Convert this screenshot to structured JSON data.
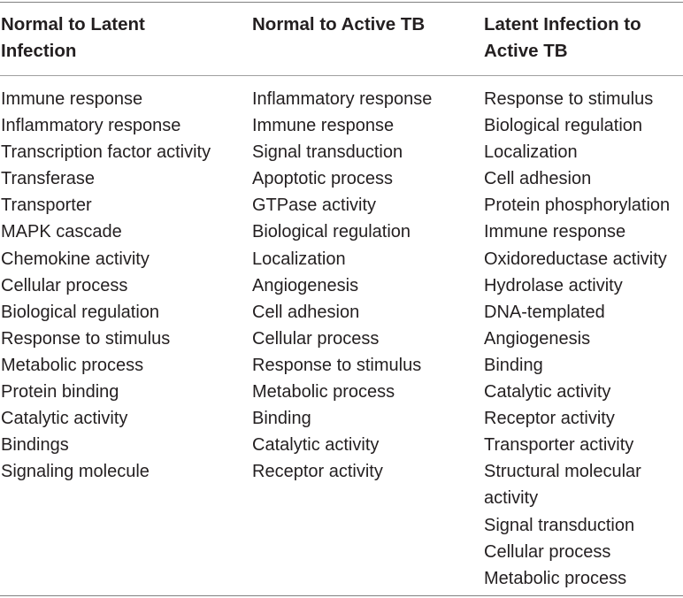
{
  "table": {
    "headers": [
      "Normal to Latent\nInfection",
      "Normal to Active TB",
      "Latent Infection to\nActive TB"
    ],
    "columns": [
      [
        "Immune response",
        "Inflammatory response",
        "Transcription factor activity",
        "Transferase",
        "Transporter",
        "MAPK cascade",
        "Chemokine activity",
        "Cellular process",
        "Biological regulation",
        "Response to stimulus",
        "Metabolic process",
        "Protein binding",
        "Catalytic activity",
        "Bindings",
        "Signaling molecule"
      ],
      [
        "Inflammatory response",
        "Immune response",
        "Signal transduction",
        "Apoptotic process",
        "GTPase activity",
        "Biological regulation",
        "Localization",
        "Angiogenesis",
        "Cell adhesion",
        "Cellular process",
        "Response to stimulus",
        "Metabolic process",
        "Binding",
        "Catalytic activity",
        "Receptor activity"
      ],
      [
        "Response to stimulus",
        "Biological regulation",
        "Localization",
        "Cell adhesion",
        "Protein phosphorylation",
        "Immune response",
        "Oxidoreductase activity",
        "Hydrolase activity",
        "DNA-templated",
        "Angiogenesis",
        "Binding",
        "Catalytic activity",
        "Receptor activity",
        "Transporter activity",
        "Structural molecular\nactivity",
        "Signal transduction",
        "Cellular process",
        "Metabolic process"
      ]
    ]
  }
}
